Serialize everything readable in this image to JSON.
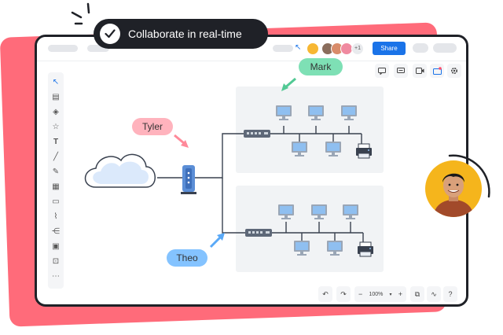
{
  "banner": {
    "text": "Collaborate in real-time"
  },
  "topbar": {
    "collaborators_more": "+1",
    "share_label": "Share"
  },
  "zoom": {
    "level": "100%"
  },
  "zoom_minus": "−",
  "zoom_plus": "+",
  "cursor_labels": {
    "mark": "Mark",
    "tyler": "Tyler",
    "theo": "Theo"
  },
  "colors": {
    "accent": "#1a73e8",
    "backcard": "#ff6b7a",
    "mark": "#7ee0b5",
    "tyler": "#ffb3bd",
    "theo": "#84c3ff",
    "photo_bg": "#f5b51c"
  },
  "icons": {
    "left_toolbar": [
      "cursor-icon",
      "note-icon",
      "shapes-icon",
      "star-icon",
      "text-icon",
      "line-icon",
      "pen-icon",
      "table-icon",
      "sticky-icon",
      "chart-icon",
      "mindmap-icon",
      "image-icon",
      "embed-icon",
      "more-icon"
    ],
    "right_toolbar": [
      "comment-icon",
      "chat-icon",
      "video-icon",
      "present-icon",
      "settings-icon"
    ],
    "bottom_toolbar": [
      "undo-icon",
      "redo-icon",
      "history-icon",
      "activity-icon",
      "help-icon"
    ]
  }
}
